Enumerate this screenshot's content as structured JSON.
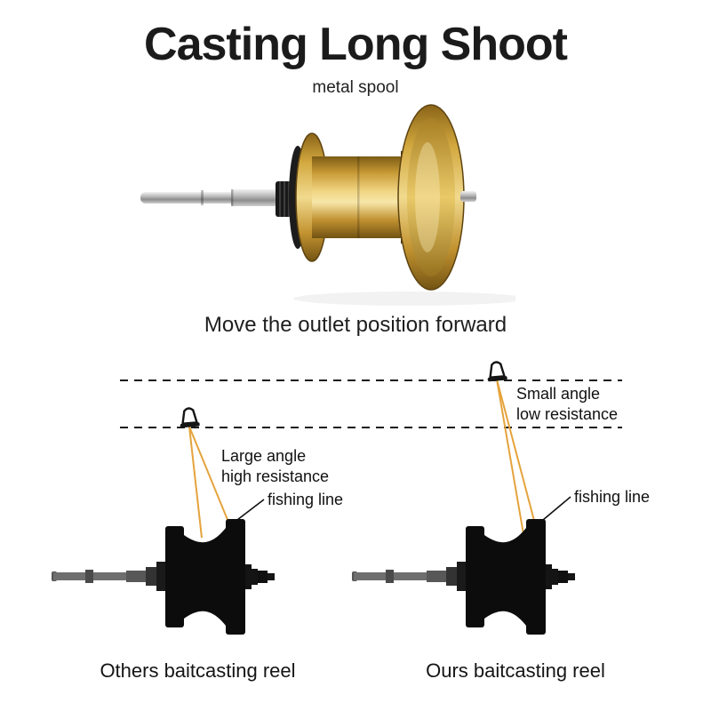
{
  "header": {
    "title": "Casting Long Shoot",
    "subtitle": "metal spool"
  },
  "caption": "Move the outlet position forward",
  "diagram": {
    "left": {
      "angle_label_line1": "Large angle",
      "angle_label_line2": "high resistance",
      "fishing_line_label": "fishing line",
      "reel_name": "Others baitcasting reel"
    },
    "right": {
      "angle_label_line1": "Small angle",
      "angle_label_line2": "low resistance",
      "fishing_line_label": "fishing line",
      "reel_name": "Ours baitcasting reel"
    }
  },
  "icons": {
    "outlet_guide": "line-guide-icon"
  },
  "colors": {
    "fishing_line_accent": "#E5A33C",
    "spool_gold": "#D2A73E",
    "ink": "#111111",
    "background": "#FFFFFF"
  }
}
